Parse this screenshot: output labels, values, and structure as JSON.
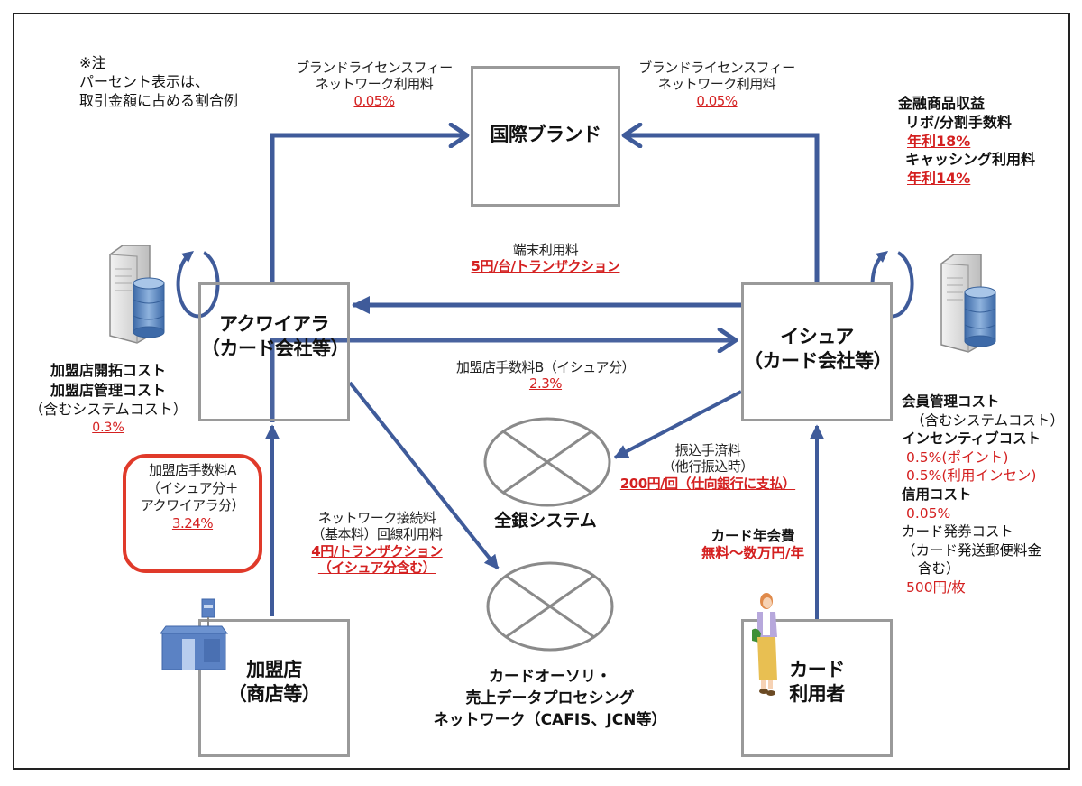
{
  "note": {
    "title": "※注",
    "lines": [
      "パーセント表示は、",
      "取引金額に占める割合例"
    ]
  },
  "nodes": {
    "brand": {
      "label": "国際ブランド"
    },
    "acquirer": {
      "line1": "アクワイアラ",
      "line2": "（カード会社等）"
    },
    "issuer": {
      "line1": "イシュア",
      "line2": "（カード会社等）"
    },
    "merchant": {
      "line1": "加盟店",
      "line2": "（商店等）"
    },
    "cardholder": {
      "line1": "カード",
      "line2": "利用者"
    },
    "zengin": {
      "label": "全銀システム"
    },
    "cafis": {
      "lines": [
        "カードオーソリ・",
        "売上データプロセシング",
        "ネットワーク（CAFIS、JCN等）"
      ]
    }
  },
  "flows": {
    "brand_fee_left": {
      "line1": "ブランドライセンスフィー",
      "line2": "ネットワーク利用料",
      "value": "0.05%"
    },
    "brand_fee_right": {
      "line1": "ブランドライセンスフィー",
      "line2": "ネットワーク利用料",
      "value": "0.05%"
    },
    "terminal_fee": {
      "label": "端末利用料",
      "value": "5円/台/トランザクション"
    },
    "merchant_fee_b": {
      "label": "加盟店手数料B（イシュア分）",
      "value": "2.3%"
    },
    "transfer_fee": {
      "line1": "振込手済料",
      "line2": "（他行振込時）",
      "value": "200円/回（仕向銀行に支払）"
    },
    "network_fee": {
      "line1": "ネットワーク接続料",
      "line2": "（基本料）回線利用料",
      "value1": "4円/トランザクション",
      "value2": "（イシュア分含む）"
    },
    "annual_fee": {
      "label": "カード年会費",
      "value": "無料～数万円/年"
    }
  },
  "acquirer_costs": {
    "lines": [
      "加盟店開拓コスト",
      "加盟店管理コスト",
      "（含むシステムコスト）"
    ],
    "value": "0.3%"
  },
  "merchant_fee_a": {
    "lines": [
      "加盟店手数料A",
      "（イシュア分＋",
      "アクワイアラ分）"
    ],
    "value": "3.24%"
  },
  "issuer_revenue": {
    "title": "金融商品収益",
    "items": [
      {
        "label": "リボ/分割手数料",
        "value": "年利18%"
      },
      {
        "label": "キャッシング利用料",
        "value": "年利14%"
      }
    ]
  },
  "issuer_costs": {
    "member_mgmt": {
      "line1": "会員管理コスト",
      "line2": "（含むシステムコスト）"
    },
    "incentive": {
      "label": "インセンティブコスト",
      "value1": "0.5%(ポイント)",
      "value2": "0.5%(利用インセン)"
    },
    "credit": {
      "label": "信用コスト",
      "value": "0.05%"
    },
    "card_issue": {
      "line1": "カード発券コスト",
      "line2": "（カード発送郵便料金",
      "line3": "含む）",
      "value": "500円/枚"
    }
  },
  "colors": {
    "arrow": "#3f5b9a",
    "box_border": "#9a9a9a",
    "accent_red": "#d42020",
    "highlight_border": "#e03a2a"
  }
}
